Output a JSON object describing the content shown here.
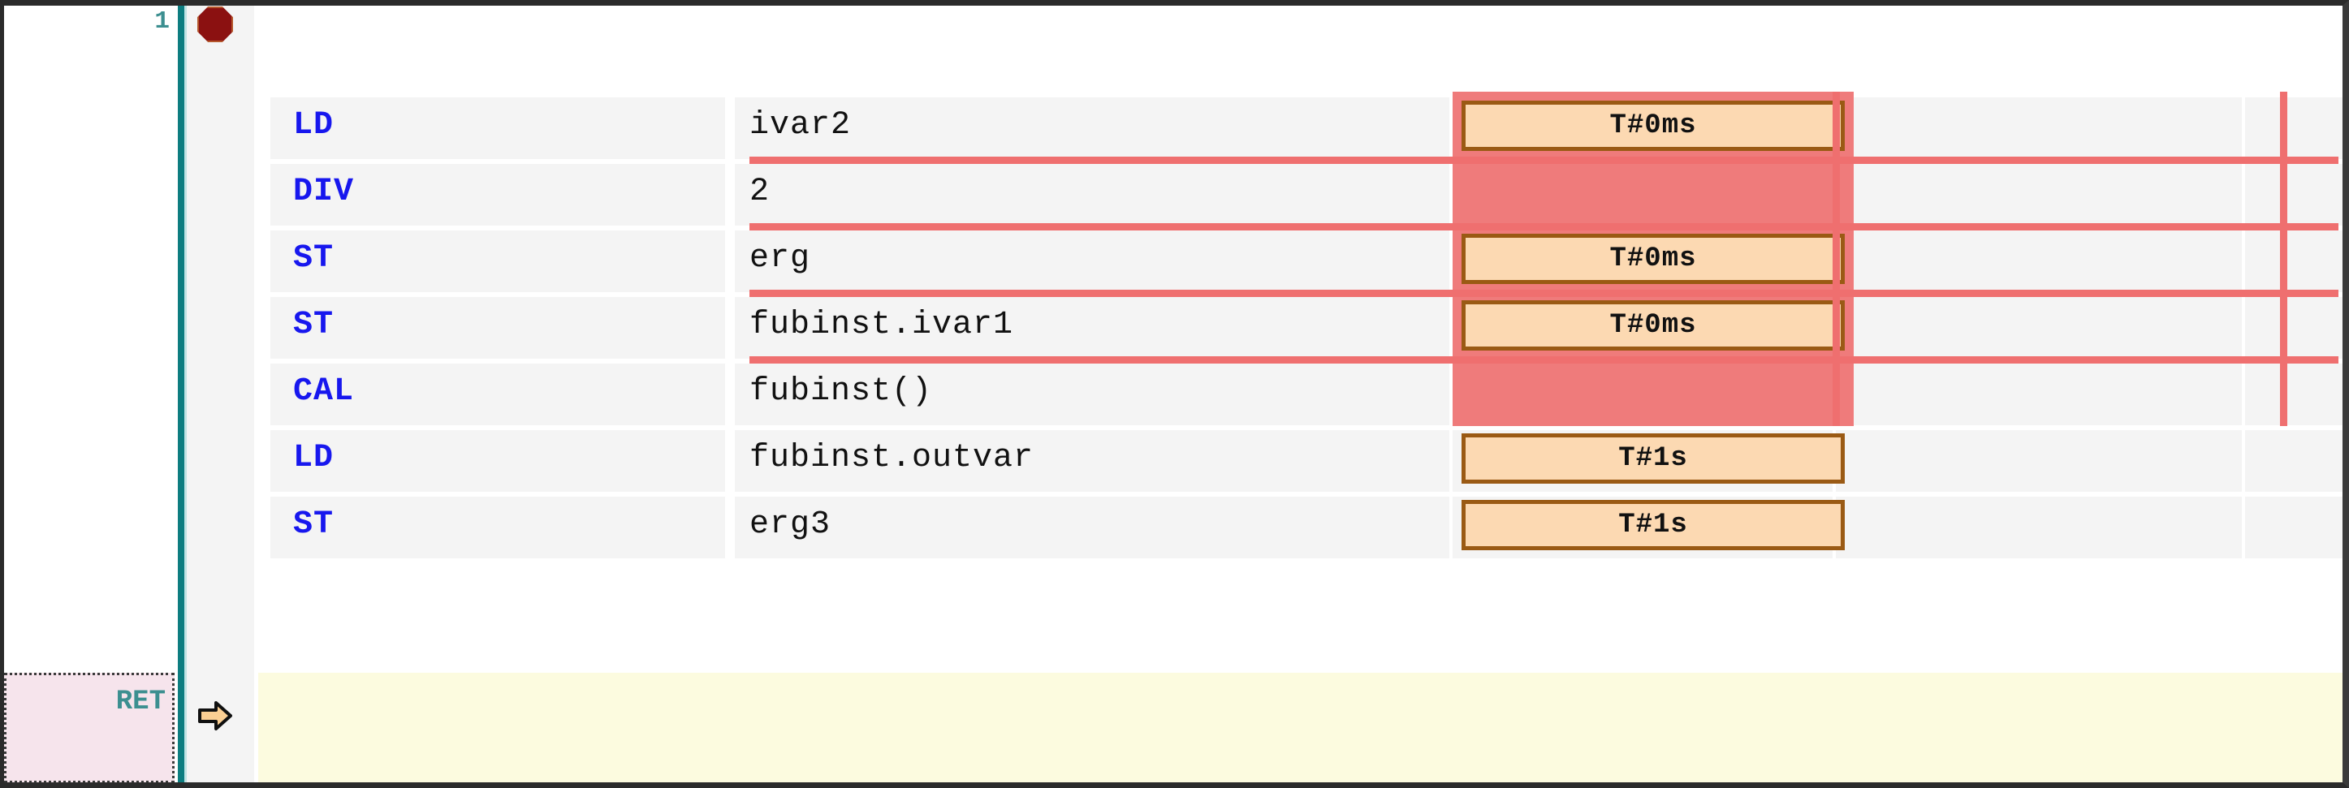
{
  "editor": {
    "language": "instruction-list",
    "network_number": "1",
    "return_label": "RET",
    "breakpoint_icon": "breakpoint-octagon-icon",
    "execution_pointer_icon": "execution-arrow-icon"
  },
  "colors": {
    "operator_text": "#1717ee",
    "operand_text": "#111111",
    "line_number_text": "#3c8f90",
    "gutter_bar": "#0d7d80",
    "breakpoint_fill": "#8b1111",
    "monitor_band": "#ef7b7b",
    "grid_line": "#ef6f6f",
    "value_box_fill": "#fcd9b2",
    "value_box_border": "#9a5a14",
    "return_cell_fill": "#f6e4ec",
    "highlight_row": "#fcfbdf",
    "cell_fill": "#f4f4f4"
  },
  "program": {
    "rows": [
      {
        "operator": "LD",
        "operand": "ivar2",
        "value": "T#0ms",
        "has_box": true,
        "monitored": true
      },
      {
        "operator": "DIV",
        "operand": "2",
        "value": "",
        "has_box": false,
        "monitored": true
      },
      {
        "operator": "ST",
        "operand": "erg",
        "value": "T#0ms",
        "has_box": true,
        "monitored": true
      },
      {
        "operator": "ST",
        "operand": "fubinst.ivar1",
        "value": "T#0ms",
        "has_box": true,
        "monitored": true
      },
      {
        "operator": "CAL",
        "operand": "fubinst()",
        "value": "",
        "has_box": false,
        "monitored": true
      },
      {
        "operator": "LD",
        "operand": "fubinst.outvar",
        "value": "T#1s",
        "has_box": true,
        "monitored": false
      },
      {
        "operator": "ST",
        "operand": "erg3",
        "value": "T#1s",
        "has_box": true,
        "monitored": false
      }
    ]
  }
}
